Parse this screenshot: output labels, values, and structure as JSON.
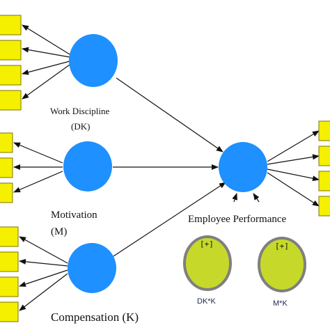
{
  "colors": {
    "construct_fill": "#1e90ff",
    "indicator_fill": "#f5ef00",
    "indicator_stroke": "#7d7400",
    "moderator_fill": "#c6d92a",
    "moderator_ring": "#7f7f7f",
    "arrow": "#111111"
  },
  "labels": {
    "work_discipline": "Work Discipline",
    "work_discipline_code": "(DK)",
    "motivation": "Motivation",
    "motivation_code": "(M)",
    "compensation": "Compensation (K)",
    "employee_performance": "Employee Performance",
    "moderator_dk_k": "DK*K",
    "moderator_m_k": "M*K"
  },
  "moderators": {
    "dk_k_badge": "[+]",
    "m_k_badge": "[+]"
  }
}
